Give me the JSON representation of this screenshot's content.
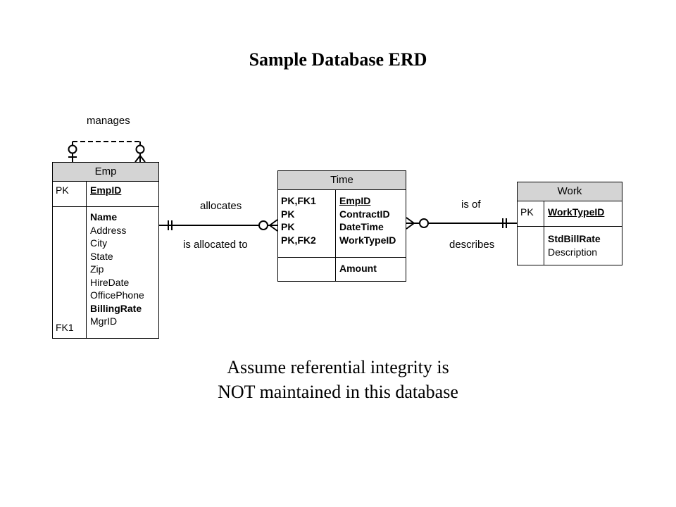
{
  "title": "Sample Database ERD",
  "note_lines": [
    "Assume referential integrity is",
    "NOT maintained in this database"
  ],
  "relationships": {
    "manages": "manages",
    "allocates": "allocates",
    "is_allocated_to": "is allocated to",
    "is_of": "is of",
    "describes": "describes"
  },
  "entities": {
    "emp": {
      "name": "Emp",
      "pk_label": "PK",
      "pk_field": "EmpID",
      "fk_label": "FK1",
      "fields": [
        "Name",
        "Address",
        "City",
        "State",
        "Zip",
        "HireDate",
        "OfficePhone",
        "BillingRate",
        "MgrID"
      ]
    },
    "time": {
      "name": "Time",
      "key_labels": [
        "PK,FK1",
        "PK",
        "PK",
        "PK,FK2"
      ],
      "key_fields": [
        "EmpID",
        "ContractID",
        "DateTime",
        "WorkTypeID"
      ],
      "fields": [
        "Amount"
      ]
    },
    "work": {
      "name": "Work",
      "pk_label": "PK",
      "pk_field": "WorkTypeID",
      "fields": [
        "StdBillRate",
        "Description"
      ]
    }
  }
}
